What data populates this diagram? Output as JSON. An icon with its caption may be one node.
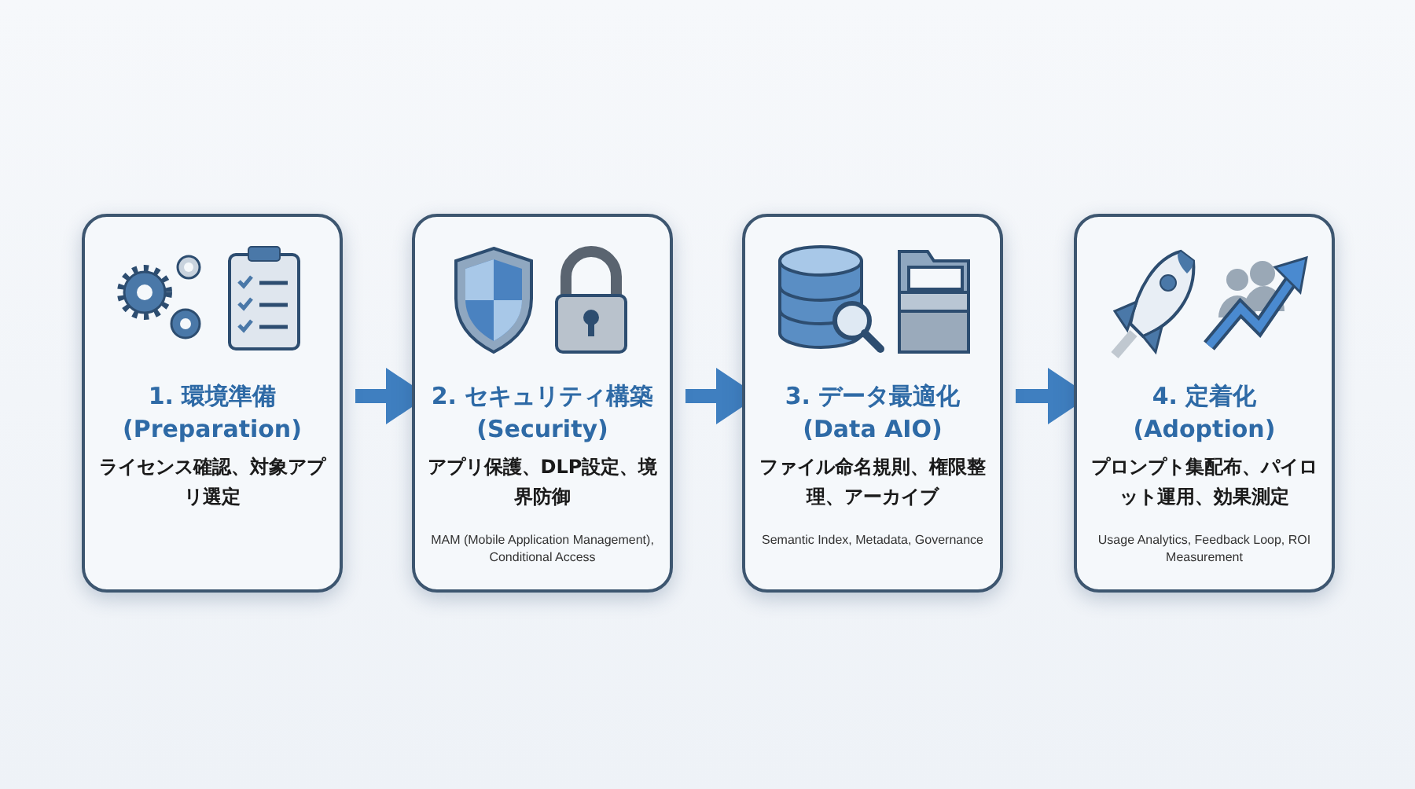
{
  "diagram": {
    "nodes": [
      {
        "text": [
          "1. 環境準備 (Preparation)",
          "ライセンス確認、対象アプリ選定"
        ]
      },
      {
        "text": [
          "2. セキュリティ構築 (Security)",
          "アプリ保護、DLP設定、境界防御",
          "MAM (Mobile Application Management), Conditional Access"
        ]
      },
      {
        "text": [
          "3. データ最適化 (Data AIO)",
          "ファイル命名規則、権限整理、アーカイブ",
          "Semantic Index, Metadata, Governance"
        ]
      },
      {
        "text": [
          "4. 定着化 (Adoption)",
          "プロンプト集配布、パイロット運用、効果測定",
          "Usage Analytics, Feedback Loop, ROI Measurement"
        ]
      }
    ],
    "edges": [
      {
        "from": 0,
        "to": 1,
        "arrow": "to"
      },
      {
        "from": 1,
        "to": 2,
        "arrow": "to"
      },
      {
        "from": 2,
        "to": 3,
        "arrow": "to"
      }
    ]
  }
}
